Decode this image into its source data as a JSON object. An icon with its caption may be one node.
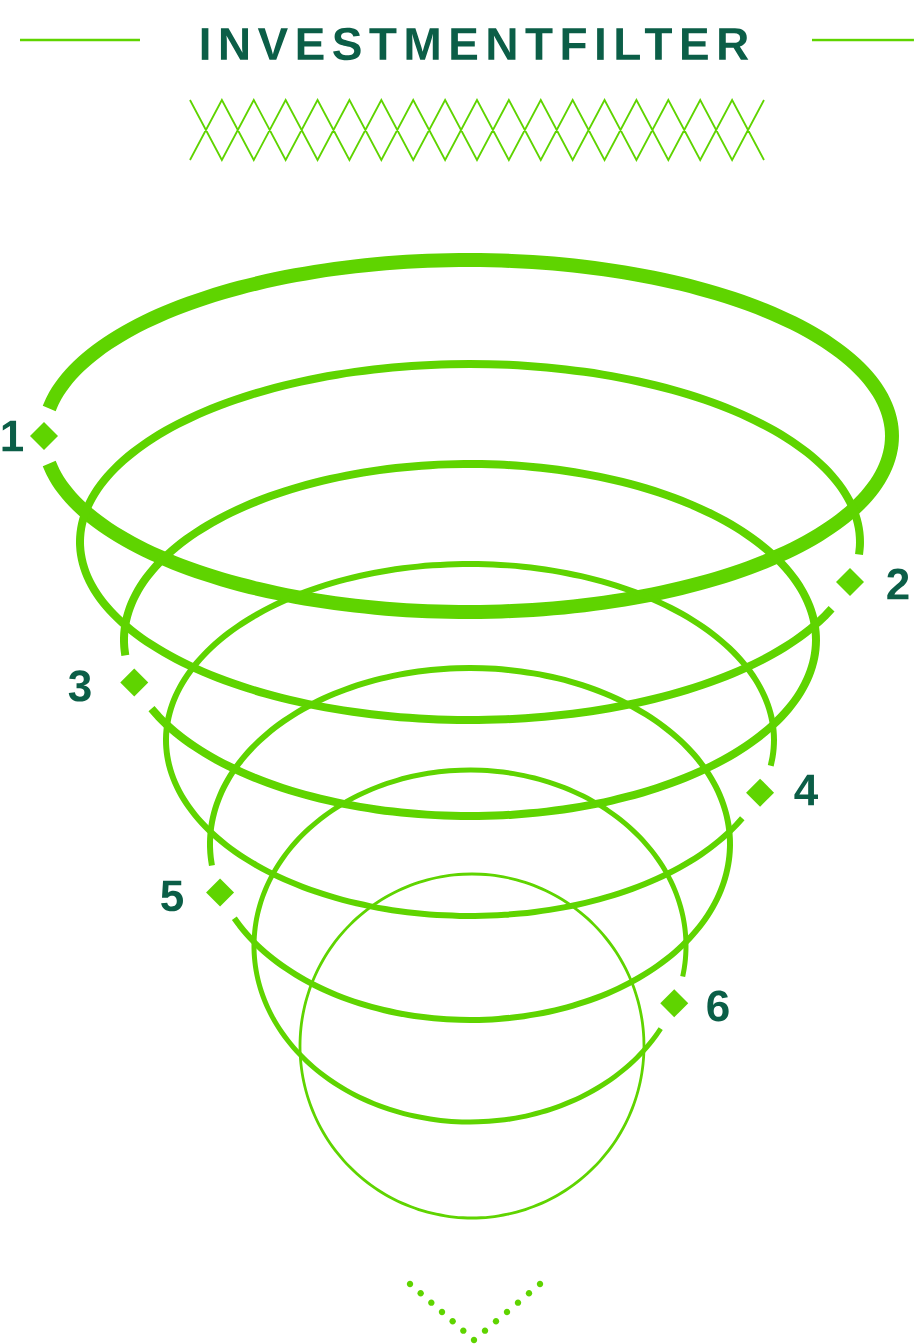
{
  "diagram": {
    "title": "INVESTMENTFILTER",
    "labels": [
      "1",
      "2",
      "3",
      "4",
      "5",
      "6"
    ]
  }
}
